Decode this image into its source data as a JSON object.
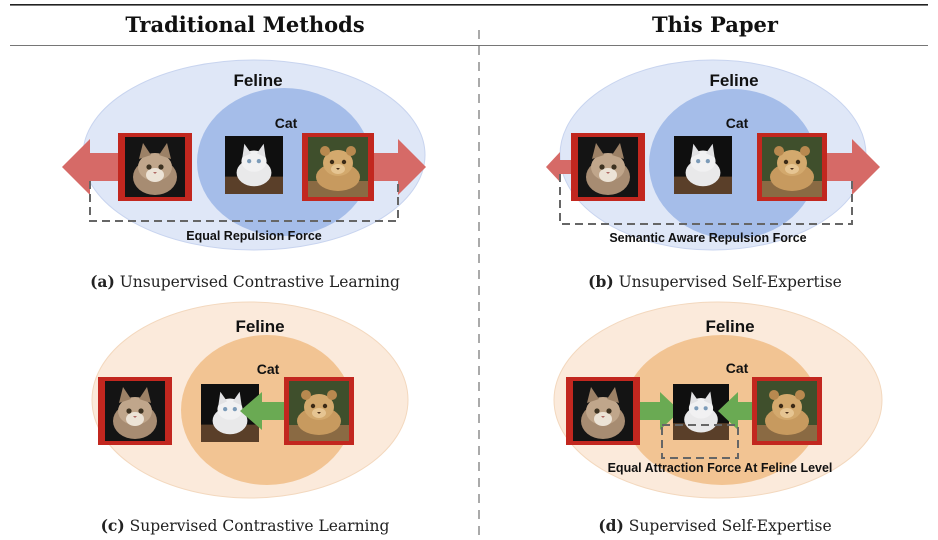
{
  "columns": [
    {
      "title": "Traditional Methods"
    },
    {
      "title": "This Paper"
    }
  ],
  "panels": [
    {
      "id": "a",
      "tag": "(a)",
      "caption": "Unsupervised Contrastive Learning",
      "outer_label": "Feline",
      "inner_label": "Cat",
      "force_label": "Equal Repulsion Force"
    },
    {
      "id": "b",
      "tag": "(b)",
      "caption": "Unsupervised Self-Expertise",
      "outer_label": "Feline",
      "inner_label": "Cat",
      "force_label": "Semantic Aware Repulsion Force"
    },
    {
      "id": "c",
      "tag": "(c)",
      "caption": "Supervised Contrastive Learning",
      "outer_label": "Feline",
      "inner_label": "Cat"
    },
    {
      "id": "d",
      "tag": "(d)",
      "caption": "Supervised Self-Expertise",
      "outer_label": "Feline",
      "inner_label": "Cat",
      "force_label": "Equal Attraction Force At Feline Level"
    }
  ],
  "colors": {
    "unsup_outer": "#dfe7f7",
    "unsup_inner": "#a5bde9",
    "sup_outer": "#fbeadb",
    "sup_inner": "#f2c493",
    "frame_red": "#c2271f",
    "repulsion_arrow": "#d66a67",
    "attraction_arrow": "#6aaa53"
  }
}
